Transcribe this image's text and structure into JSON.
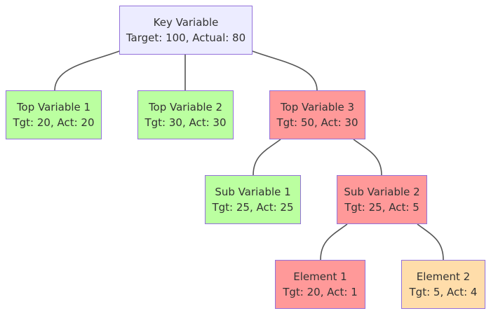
{
  "colors": {
    "neutral": "#ECECFF",
    "on_target": "#BBFFA0",
    "below_target": "#FF9999",
    "near_target": "#FFDDAA",
    "border": "#9370DB",
    "edge": "#555555"
  },
  "nodes": {
    "key": {
      "label": "Key Variable",
      "values": "Target: 100, Actual: 80",
      "status": "neutral"
    },
    "top1": {
      "label": "Top Variable 1",
      "values": "Tgt: 20, Act: 20",
      "status": "on_target"
    },
    "top2": {
      "label": "Top Variable 2",
      "values": "Tgt: 30, Act: 30",
      "status": "on_target"
    },
    "top3": {
      "label": "Top Variable 3",
      "values": "Tgt: 50, Act: 30",
      "status": "below_target"
    },
    "sub1": {
      "label": "Sub Variable 1",
      "values": "Tgt: 25, Act: 25",
      "status": "on_target"
    },
    "sub2": {
      "label": "Sub Variable 2",
      "values": "Tgt: 25, Act: 5",
      "status": "below_target"
    },
    "el1": {
      "label": "Element 1",
      "values": "Tgt: 20, Act: 1",
      "status": "below_target"
    },
    "el2": {
      "label": "Element 2",
      "values": "Tgt: 5, Act: 4",
      "status": "near_target"
    }
  },
  "edges": [
    {
      "from": "key",
      "to": "top1"
    },
    {
      "from": "key",
      "to": "top2"
    },
    {
      "from": "key",
      "to": "top3"
    },
    {
      "from": "top3",
      "to": "sub1"
    },
    {
      "from": "top3",
      "to": "sub2"
    },
    {
      "from": "sub2",
      "to": "el1"
    },
    {
      "from": "sub2",
      "to": "el2"
    }
  ]
}
